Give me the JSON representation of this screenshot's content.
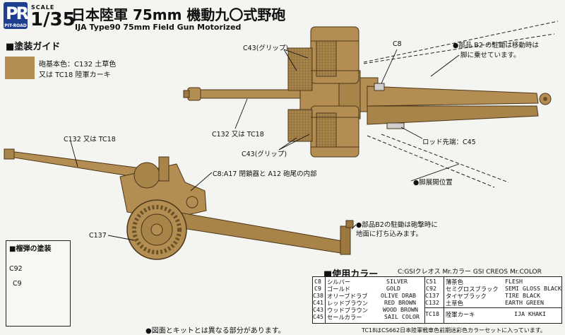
{
  "header": {
    "brand": "PIT-ROAD",
    "scale_label": "SCALE",
    "scale_value": "1/35",
    "title_jp": "日本陸軍 75mm 機動九〇式野砲",
    "title_en": "IJA Type90 75mm Field Gun Motorized"
  },
  "paint_guide": {
    "title": "■塗装ガイド",
    "base_line1": "砲基本色：C132 土草色",
    "base_line2": "又は TC18 陸軍カーキ",
    "swatch_color": "#b48d52"
  },
  "callouts": {
    "c43_top": "C43(グリップ)",
    "c8_top": "C8",
    "c132_top": "C132 又は TC18",
    "c43_bottom": "C43(グリップ)",
    "trail_note1": "●部品 B2 の駐鋤は移動時は",
    "trail_note2": "脚に乗せています。",
    "rod_end": "ロッド先端：C45",
    "spread": "●脚展開位置",
    "c132_side": "C132 又は TC18",
    "c8_side": "C8:A17 閉鎖器と A12 砲尾の内部",
    "c137": "C137",
    "spade_note1": "●部品B2の駐鋤は砲撃時に",
    "spade_note2": "地面に打ち込みます。"
  },
  "shell": {
    "title": "■榴弾の塗装",
    "label1": "C92",
    "label2": "C9"
  },
  "colors": {
    "title": "■使用カラー",
    "subtitle": "C:GSIクレオス Mr.カラー  GSI CREOS Mr.COLOR",
    "left": [
      {
        "code": "C8",
        "jp": "シルバー",
        "en": "SILVER"
      },
      {
        "code": "C9",
        "jp": "ゴールド",
        "en": "GOLD"
      },
      {
        "code": "C38",
        "jp": "オリーブドラブ",
        "en": "OLIVE DRAB"
      },
      {
        "code": "C41",
        "jp": "レッドブラウン",
        "en": "RED BROWN"
      },
      {
        "code": "C43",
        "jp": "ウッドブラウン",
        "en": "WOOD BROWN"
      },
      {
        "code": "C45",
        "jp": "セールカラー",
        "en": "SAIL COLOR"
      }
    ],
    "right": [
      {
        "code": "C51",
        "jp": "薄茶色",
        "en": "FLESH"
      },
      {
        "code": "C92",
        "jp": "セミグロスブラック",
        "en": "SEMI GLOSS BLACK"
      },
      {
        "code": "C137",
        "jp": "タイヤブラック",
        "en": "TIRE BLACK"
      },
      {
        "code": "C132",
        "jp": "土草色",
        "en": "EARTH GREEN"
      },
      {
        "code": "TC18",
        "jp": "陸軍カーキ",
        "en": "IJA KHAKI"
      }
    ]
  },
  "notes": {
    "bottom": "●図面とキットとは異なる部分があります。",
    "tc18": "TC18はCS662日本陸軍戦車色前期迷彩色カラーセットに入っています。"
  }
}
